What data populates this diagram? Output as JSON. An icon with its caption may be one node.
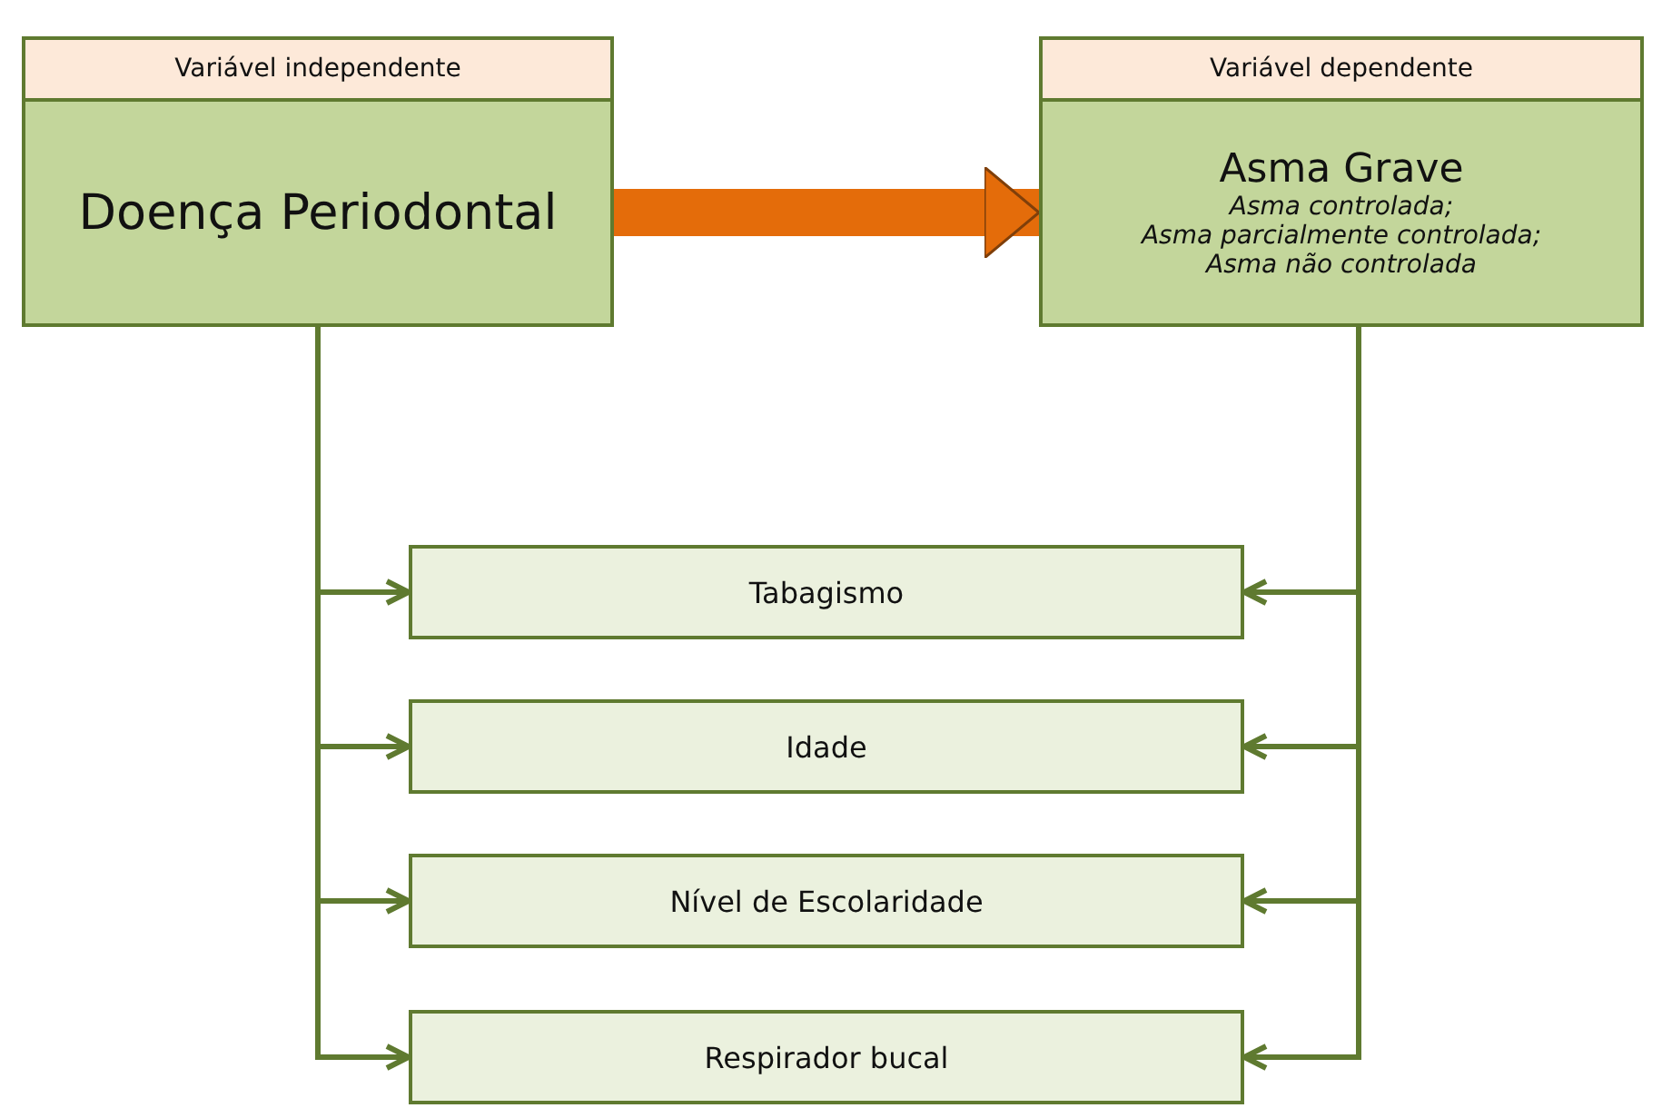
{
  "diagram": {
    "nodes": [
      {
        "text": [
          "Variável independente"
        ]
      },
      {
        "text": [
          "Doença Periodontal"
        ]
      },
      {
        "text": [
          "Variável dependente"
        ]
      },
      {
        "text": [
          "Asma Grave",
          "Asma controlada;",
          "Asma parcialmente controlada;",
          "Asma não controlada"
        ]
      },
      {
        "text": [
          "Tabagismo"
        ]
      },
      {
        "text": [
          "Idade"
        ]
      },
      {
        "text": [
          "Nível de Escolaridade"
        ]
      },
      {
        "text": [
          "Respirador bucal"
        ]
      }
    ],
    "edges": [
      {
        "from": 1,
        "to": 3,
        "arrow": "to",
        "style": "thick",
        "color": "#e46c0a"
      },
      {
        "from": 1,
        "to": 4,
        "arrow": "to"
      },
      {
        "from": 1,
        "to": 5,
        "arrow": "to"
      },
      {
        "from": 1,
        "to": 6,
        "arrow": "to"
      },
      {
        "from": 1,
        "to": 7,
        "arrow": "to"
      },
      {
        "from": 3,
        "to": 4,
        "arrow": "to"
      },
      {
        "from": 3,
        "to": 5,
        "arrow": "to"
      },
      {
        "from": 3,
        "to": 6,
        "arrow": "to"
      },
      {
        "from": 3,
        "to": 7,
        "arrow": "to"
      }
    ]
  }
}
